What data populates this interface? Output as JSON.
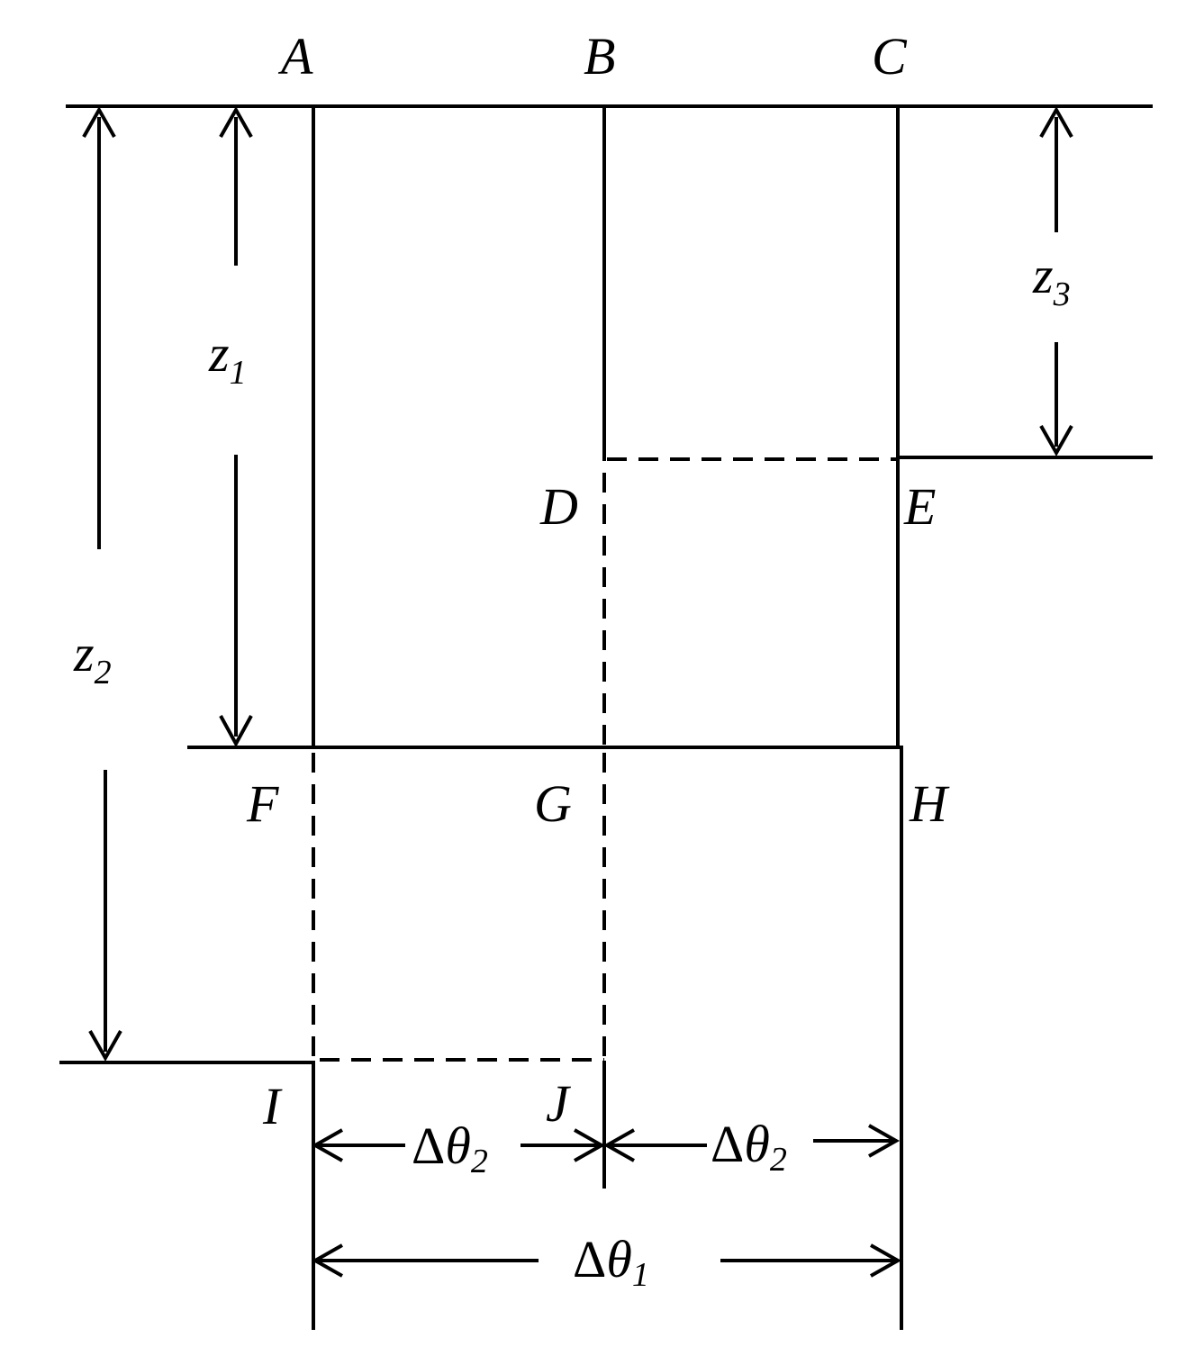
{
  "points": {
    "A": "A",
    "B": "B",
    "C": "C",
    "D": "D",
    "E": "E",
    "F": "F",
    "G": "G",
    "H": "H",
    "I": "I",
    "J": "J"
  },
  "dimensions": {
    "z1": {
      "symbol": "z",
      "subscript": "1"
    },
    "z2": {
      "symbol": "z",
      "subscript": "2"
    },
    "z3": {
      "symbol": "z",
      "subscript": "3"
    },
    "dtheta2_left": {
      "delta": "Δ",
      "symbol": "θ",
      "subscript": "2"
    },
    "dtheta2_right": {
      "delta": "Δ",
      "symbol": "θ",
      "subscript": "2"
    },
    "dtheta1": {
      "delta": "Δ",
      "symbol": "θ",
      "subscript": "1"
    }
  }
}
